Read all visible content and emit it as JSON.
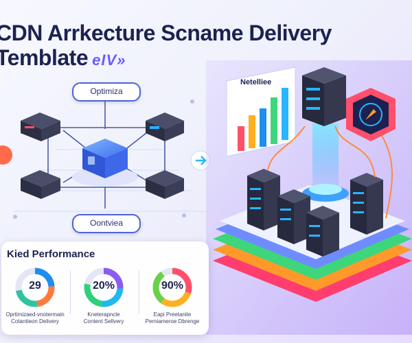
{
  "header": {
    "title_line1": "CDN Arrkecture Sсname Delivery",
    "title_line2": "Temblate",
    "tag": "eIV»"
  },
  "diagram": {
    "top_label": "Optimiza",
    "bottom_label": "Oontviea",
    "accent": "#4f63d8"
  },
  "dashboard": {
    "label": "Netelliee"
  },
  "performance": {
    "title": "Kied Performance",
    "gauges": [
      {
        "value": "29",
        "fill": 0.72,
        "caption_line1": "Oprtimizaed-vnotermain",
        "caption_line2": "Cotantieon Delivery",
        "colors": [
          "#1f8df0",
          "#ff7a3d",
          "#2fc4a0"
        ]
      },
      {
        "value": "20%",
        "fill": 0.78,
        "caption_line1": "Kneterapncle",
        "caption_line2": "Content Sellvery",
        "colors": [
          "#8a5cf0",
          "#1fb8f0",
          "#2fd07a"
        ]
      },
      {
        "value": "90%",
        "fill": 0.9,
        "caption_line1": "Eapi Preetanite",
        "caption_line2": "Perniameroe Dbrenge",
        "colors": [
          "#ff4f6b",
          "#ffb020",
          "#6ad04a"
        ]
      }
    ]
  }
}
